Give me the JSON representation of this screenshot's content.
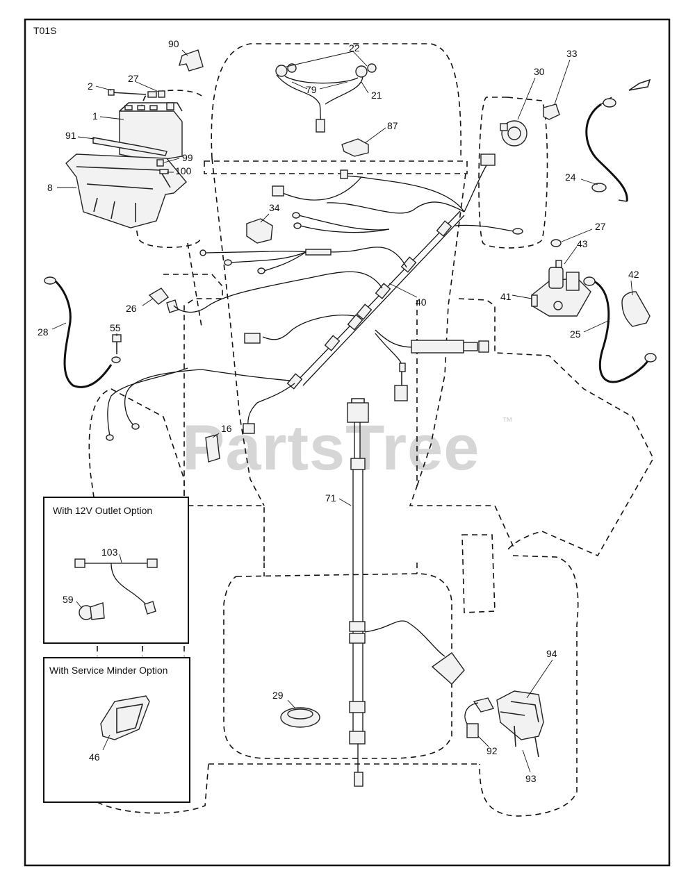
{
  "diagram": {
    "code": "T01S",
    "watermark": "PartsTree",
    "trademark": "™",
    "callouts": [
      {
        "id": "c90",
        "text": "90"
      },
      {
        "id": "c22",
        "text": "22"
      },
      {
        "id": "c33",
        "text": "33"
      },
      {
        "id": "c27a",
        "text": "27"
      },
      {
        "id": "c2",
        "text": "2"
      },
      {
        "id": "c30",
        "text": "30"
      },
      {
        "id": "c79",
        "text": "79"
      },
      {
        "id": "c21",
        "text": "21"
      },
      {
        "id": "c1",
        "text": "1"
      },
      {
        "id": "c87",
        "text": "87"
      },
      {
        "id": "c91",
        "text": "91"
      },
      {
        "id": "c99",
        "text": "99"
      },
      {
        "id": "c100",
        "text": "100"
      },
      {
        "id": "c8",
        "text": "8"
      },
      {
        "id": "c24",
        "text": "24"
      },
      {
        "id": "c34",
        "text": "34"
      },
      {
        "id": "c27b",
        "text": "27"
      },
      {
        "id": "c43",
        "text": "43"
      },
      {
        "id": "c42",
        "text": "42"
      },
      {
        "id": "c41",
        "text": "41"
      },
      {
        "id": "c40",
        "text": "40"
      },
      {
        "id": "c26",
        "text": "26"
      },
      {
        "id": "c25",
        "text": "25"
      },
      {
        "id": "c28",
        "text": "28"
      },
      {
        "id": "c55",
        "text": "55"
      },
      {
        "id": "c16",
        "text": "16"
      },
      {
        "id": "c71",
        "text": "71"
      },
      {
        "id": "c103",
        "text": "103"
      },
      {
        "id": "c59",
        "text": "59"
      },
      {
        "id": "c94",
        "text": "94"
      },
      {
        "id": "c29",
        "text": "29"
      },
      {
        "id": "c46",
        "text": "46"
      },
      {
        "id": "c92",
        "text": "92"
      },
      {
        "id": "c93",
        "text": "93"
      }
    ],
    "inset_12v": {
      "title": "With 12V Outlet Option"
    },
    "inset_service": {
      "title": "With Service Minder Option"
    }
  }
}
